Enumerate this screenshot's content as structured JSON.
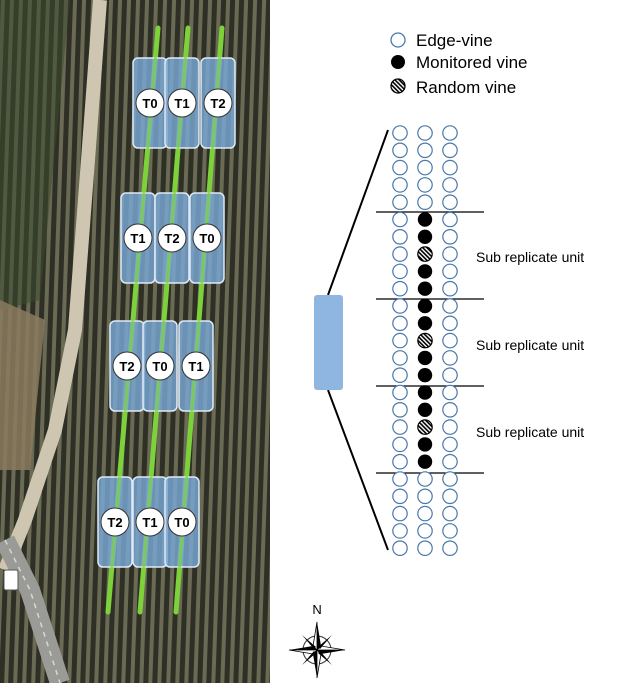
{
  "aerial_map": {
    "blocks": [
      {
        "labels": [
          "T0",
          "T1",
          "T2"
        ]
      },
      {
        "labels": [
          "T1",
          "T2",
          "T0"
        ]
      },
      {
        "labels": [
          "T2",
          "T0",
          "T1"
        ]
      },
      {
        "labels": [
          "T2",
          "T1",
          "T0"
        ]
      }
    ]
  },
  "legend": {
    "items": [
      {
        "symbol": "open-circle",
        "label": "Edge-vine"
      },
      {
        "symbol": "filled-circle",
        "label": "Monitored vine"
      },
      {
        "symbol": "hatched-circle",
        "label": "Random vine"
      }
    ]
  },
  "schematic": {
    "columns": 3,
    "vines_per_column": 25,
    "sub_replicate_label": "Sub replicate unit",
    "sub_replicate_units": 3,
    "center_column_pattern": [
      "edge",
      "edge",
      "edge",
      "edge",
      "edge",
      "monitored",
      "monitored",
      "random",
      "monitored",
      "monitored",
      "monitored",
      "monitored",
      "random",
      "monitored",
      "monitored",
      "monitored",
      "monitored",
      "random",
      "monitored",
      "monitored",
      "edge",
      "edge",
      "edge",
      "edge",
      "edge"
    ]
  },
  "compass": {
    "north_label": "N"
  },
  "colors": {
    "field_dark": "#3a3a2e",
    "plot_blue": "#7aaad8",
    "row_green": "#7dd13a",
    "edge_vine_stroke": "#4a78a8",
    "monitored_vine": "#000000",
    "schematic_marker": "#8fb6e0",
    "road": "#c8c0b0"
  }
}
